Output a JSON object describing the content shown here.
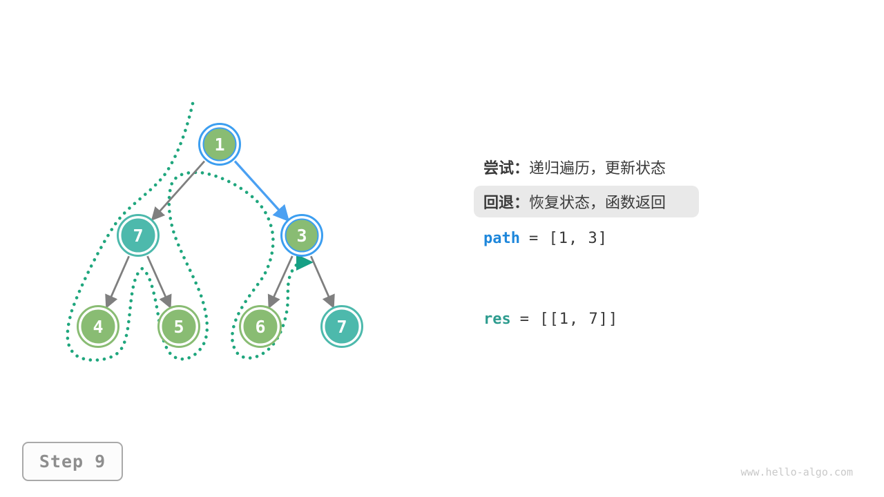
{
  "panel": {
    "try_label": "尝试：",
    "try_text": "递归遍历，更新状态",
    "back_label": "回退：",
    "back_text": "恢复状态，函数返回",
    "path_var": "path",
    "path_value": "= [1, 3]",
    "res_var": "res",
    "res_value": "= [[1, 7]]"
  },
  "step": {
    "label": "Step 9"
  },
  "watermark": "www.hello-algo.com",
  "colors": {
    "node_green": "#89bc73",
    "node_teal": "#4db9ac",
    "ring_blue": "#3c9ef0",
    "edge_gray": "#7f7f7f",
    "edge_blue": "#4aa0f2",
    "trace_green": "#1fa67d",
    "marker_teal": "#16a085",
    "highlight_bg": "#e9e9e9",
    "code_blue": "#1e87db",
    "code_teal": "#2e9c8f",
    "text_dark": "#3a3a3a"
  },
  "tree": {
    "nodes": [
      {
        "value": "1",
        "fill": "green",
        "ring": "blue"
      },
      {
        "value": "7",
        "fill": "teal",
        "ring": "teal"
      },
      {
        "value": "3",
        "fill": "green",
        "ring": "blue"
      },
      {
        "value": "4",
        "fill": "green",
        "ring": "green"
      },
      {
        "value": "5",
        "fill": "green",
        "ring": "green"
      },
      {
        "value": "6",
        "fill": "green",
        "ring": "green"
      },
      {
        "value": "7",
        "fill": "teal",
        "ring": "teal"
      }
    ],
    "edges": [
      {
        "from": "1",
        "to": "7-left",
        "style": "gray"
      },
      {
        "from": "1",
        "to": "3",
        "style": "blue"
      },
      {
        "from": "7-left",
        "to": "4",
        "style": "gray"
      },
      {
        "from": "7-left",
        "to": "5",
        "style": "gray"
      },
      {
        "from": "3",
        "to": "6",
        "style": "gray"
      },
      {
        "from": "3",
        "to": "7-right",
        "style": "gray"
      }
    ]
  }
}
